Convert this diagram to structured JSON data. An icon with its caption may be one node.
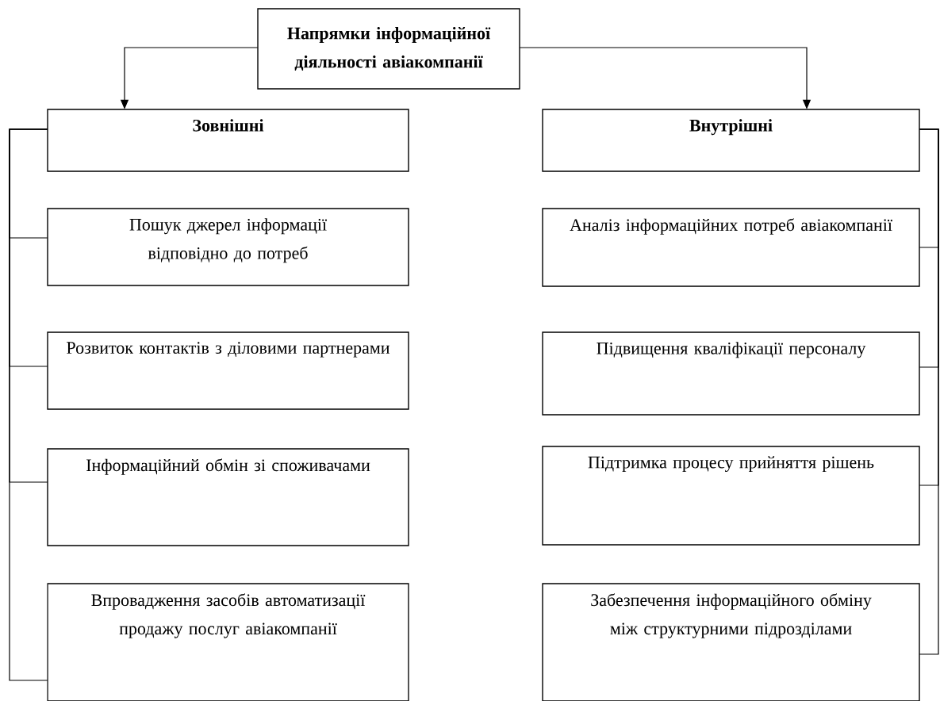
{
  "diagram": {
    "nodes": [
      {
        "text": [
          "Напрямки інформаційної діяльності авіакомпанії"
        ]
      },
      {
        "text": [
          "Зовнішні"
        ]
      },
      {
        "text": [
          "Внутрішні"
        ]
      },
      {
        "text": [
          "Пошук джерел інформації відповідно до потреб"
        ]
      },
      {
        "text": [
          "Аналіз інформаційних потреб авіакомпанії"
        ]
      },
      {
        "text": [
          "Розвиток контактів з діловими партнерами"
        ]
      },
      {
        "text": [
          "Підвищення кваліфікації персоналу"
        ]
      },
      {
        "text": [
          "Інформаційний обмін зі споживачами"
        ]
      },
      {
        "text": [
          "Підтримка процесу прийняття рішень"
        ]
      },
      {
        "text": [
          "Впровадження засобів автоматизації продажу послуг авіакомпанії"
        ]
      },
      {
        "text": [
          "Забезпечення інформаційного обміну між структурними підрозділами"
        ]
      }
    ],
    "edges": [
      {
        "from": 0,
        "to": 1,
        "arrow": "to"
      },
      {
        "from": 0,
        "to": 2,
        "arrow": "to"
      },
      {
        "from": 1,
        "to": 3,
        "arrow": "none"
      },
      {
        "from": 1,
        "to": 5,
        "arrow": "none"
      },
      {
        "from": 1,
        "to": 7,
        "arrow": "none"
      },
      {
        "from": 1,
        "to": 9,
        "arrow": "none"
      },
      {
        "from": 2,
        "to": 4,
        "arrow": "none"
      },
      {
        "from": 2,
        "to": 6,
        "arrow": "none"
      },
      {
        "from": 2,
        "to": 8,
        "arrow": "none"
      },
      {
        "from": 2,
        "to": 10,
        "arrow": "none"
      }
    ]
  }
}
